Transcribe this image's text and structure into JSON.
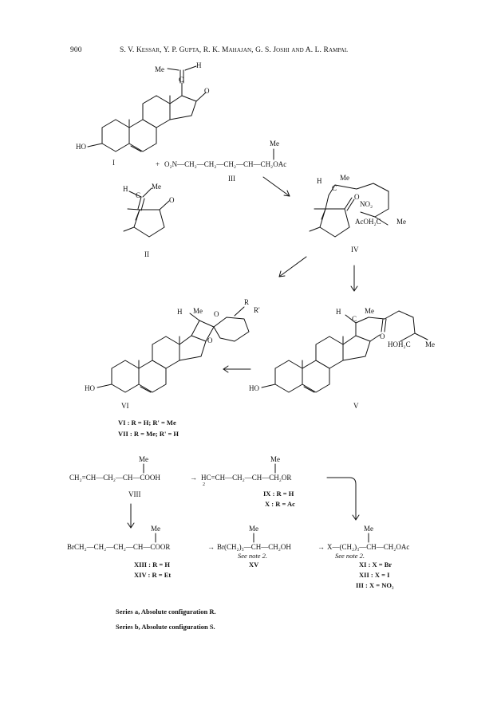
{
  "header": {
    "page_number": "900",
    "authors": "S. V. Kessar, Y. P. Gupta, R. K. Mahajan, G. S. Joshi and A. L. Rampal"
  },
  "labels": {
    "me": "Me",
    "h": "H",
    "c": "C",
    "o": "O",
    "ho": "HO",
    "no2": "NO₂",
    "acoh2c": "AcOH₂C",
    "hoh2c": "HOH₂C",
    "r": "R",
    "rprime": "R'",
    "plus": "+",
    "reagent_III": "O₂N—CH₂—CH₂—CH₂—CH—CH₂OAc"
  },
  "compounds": {
    "I": "I",
    "II": "II",
    "III": "III",
    "IV": "IV",
    "V": "V",
    "VI": "VI",
    "VIII": "VIII",
    "XV": "XV"
  },
  "rvalues": {
    "VI": "VI : R = H; R' = Me",
    "VII": "VII : R = Me; R' = H",
    "IX": "IX : R = H",
    "X": "X : R = Ac",
    "XIII": "XIII : R = H",
    "XIV": "XIV : R = Et",
    "XI": "XI : X = Br",
    "XII": "XII : X = I",
    "III": "III : X = NO₂"
  },
  "chains": {
    "VIII": "CH₂=CH—CH₂—CH—COOH",
    "IX": "HC=CH—CH₂—CH—CH₂OR",
    "XIII": "BrCH₂—CH₂—CH₂—CH—COOR",
    "XV": "Br(CH₂)₃—CH—CH₂OH",
    "XI": "X—(CH₂)₃—CH—CH₂OAc",
    "arrow": "→",
    "deuterium": "2",
    "see_note": "See note 2."
  },
  "series": {
    "a": "Series a, Absolute configuration R.",
    "b": "Series b, Absolute configuration S."
  }
}
